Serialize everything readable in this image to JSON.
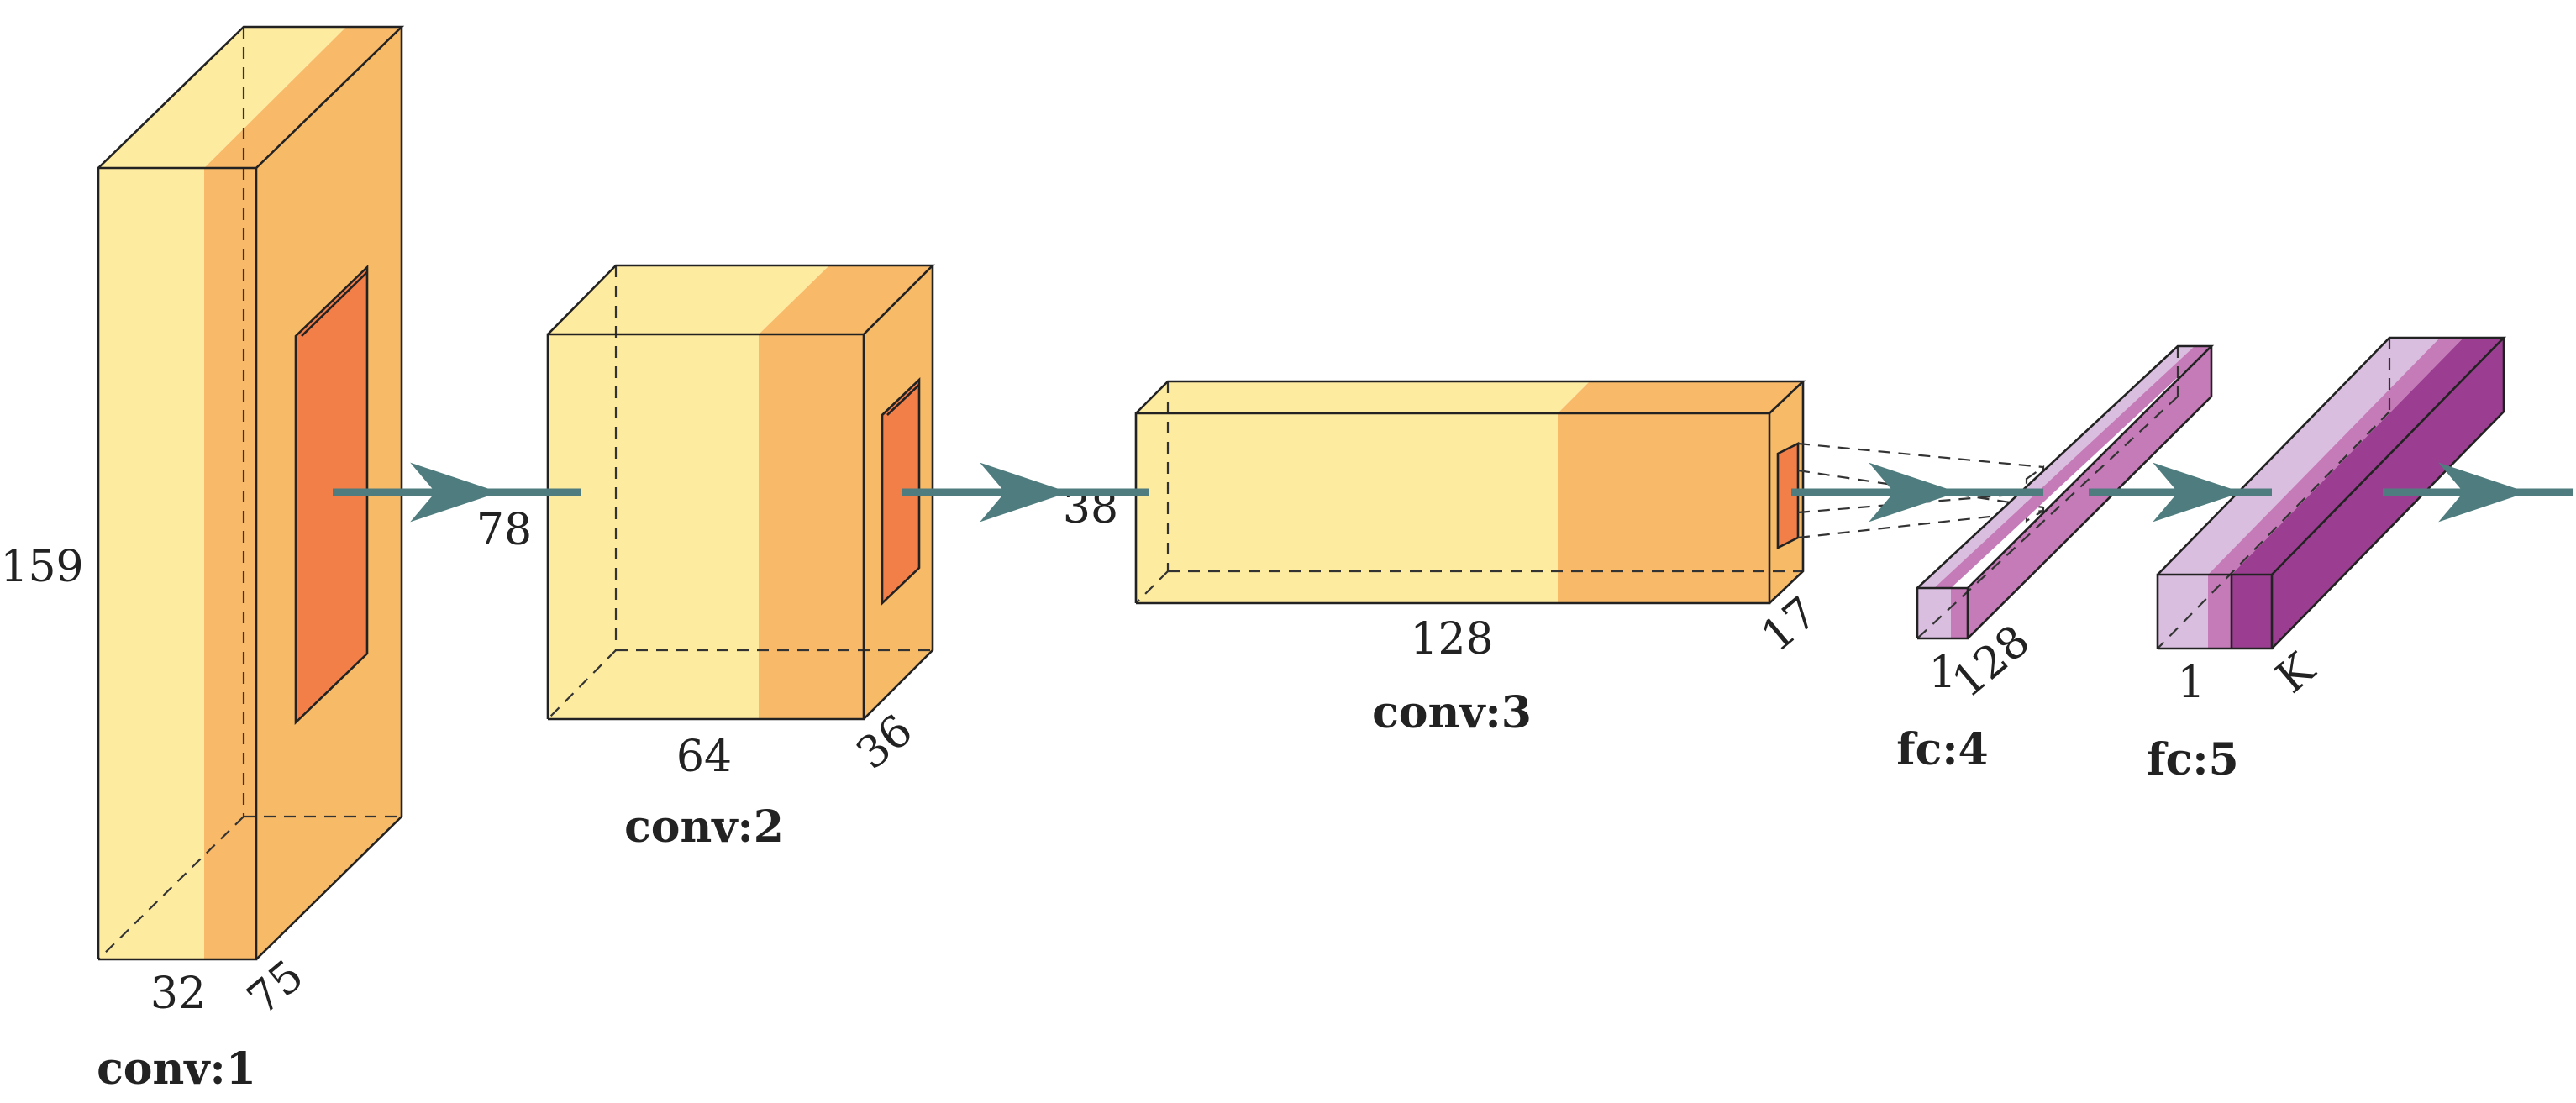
{
  "colors": {
    "conv_light": "#FDEBA0",
    "conv_mid": "#F8B968",
    "conv_side": "#F7BB68",
    "kernel": "#F27E48",
    "fc_light": "#D9BEDF",
    "fc_mid": "#C57BB8",
    "fc_dark": "#9B3E91",
    "arrow": "#4F7D7F",
    "edge": "#222222"
  },
  "layers": [
    {
      "name": "conv:1",
      "depth_label": "32",
      "height_label": "159",
      "width_label": "75"
    },
    {
      "name": "conv:2",
      "depth_label": "64",
      "height_label": "78",
      "width_label": "36"
    },
    {
      "name": "conv:3",
      "depth_label": "128",
      "height_label": "38",
      "width_label": "17"
    },
    {
      "name": "fc:4",
      "depth_label": "1",
      "width_label": "128"
    },
    {
      "name": "fc:5",
      "depth_label": "1",
      "width_label": "K"
    }
  ]
}
